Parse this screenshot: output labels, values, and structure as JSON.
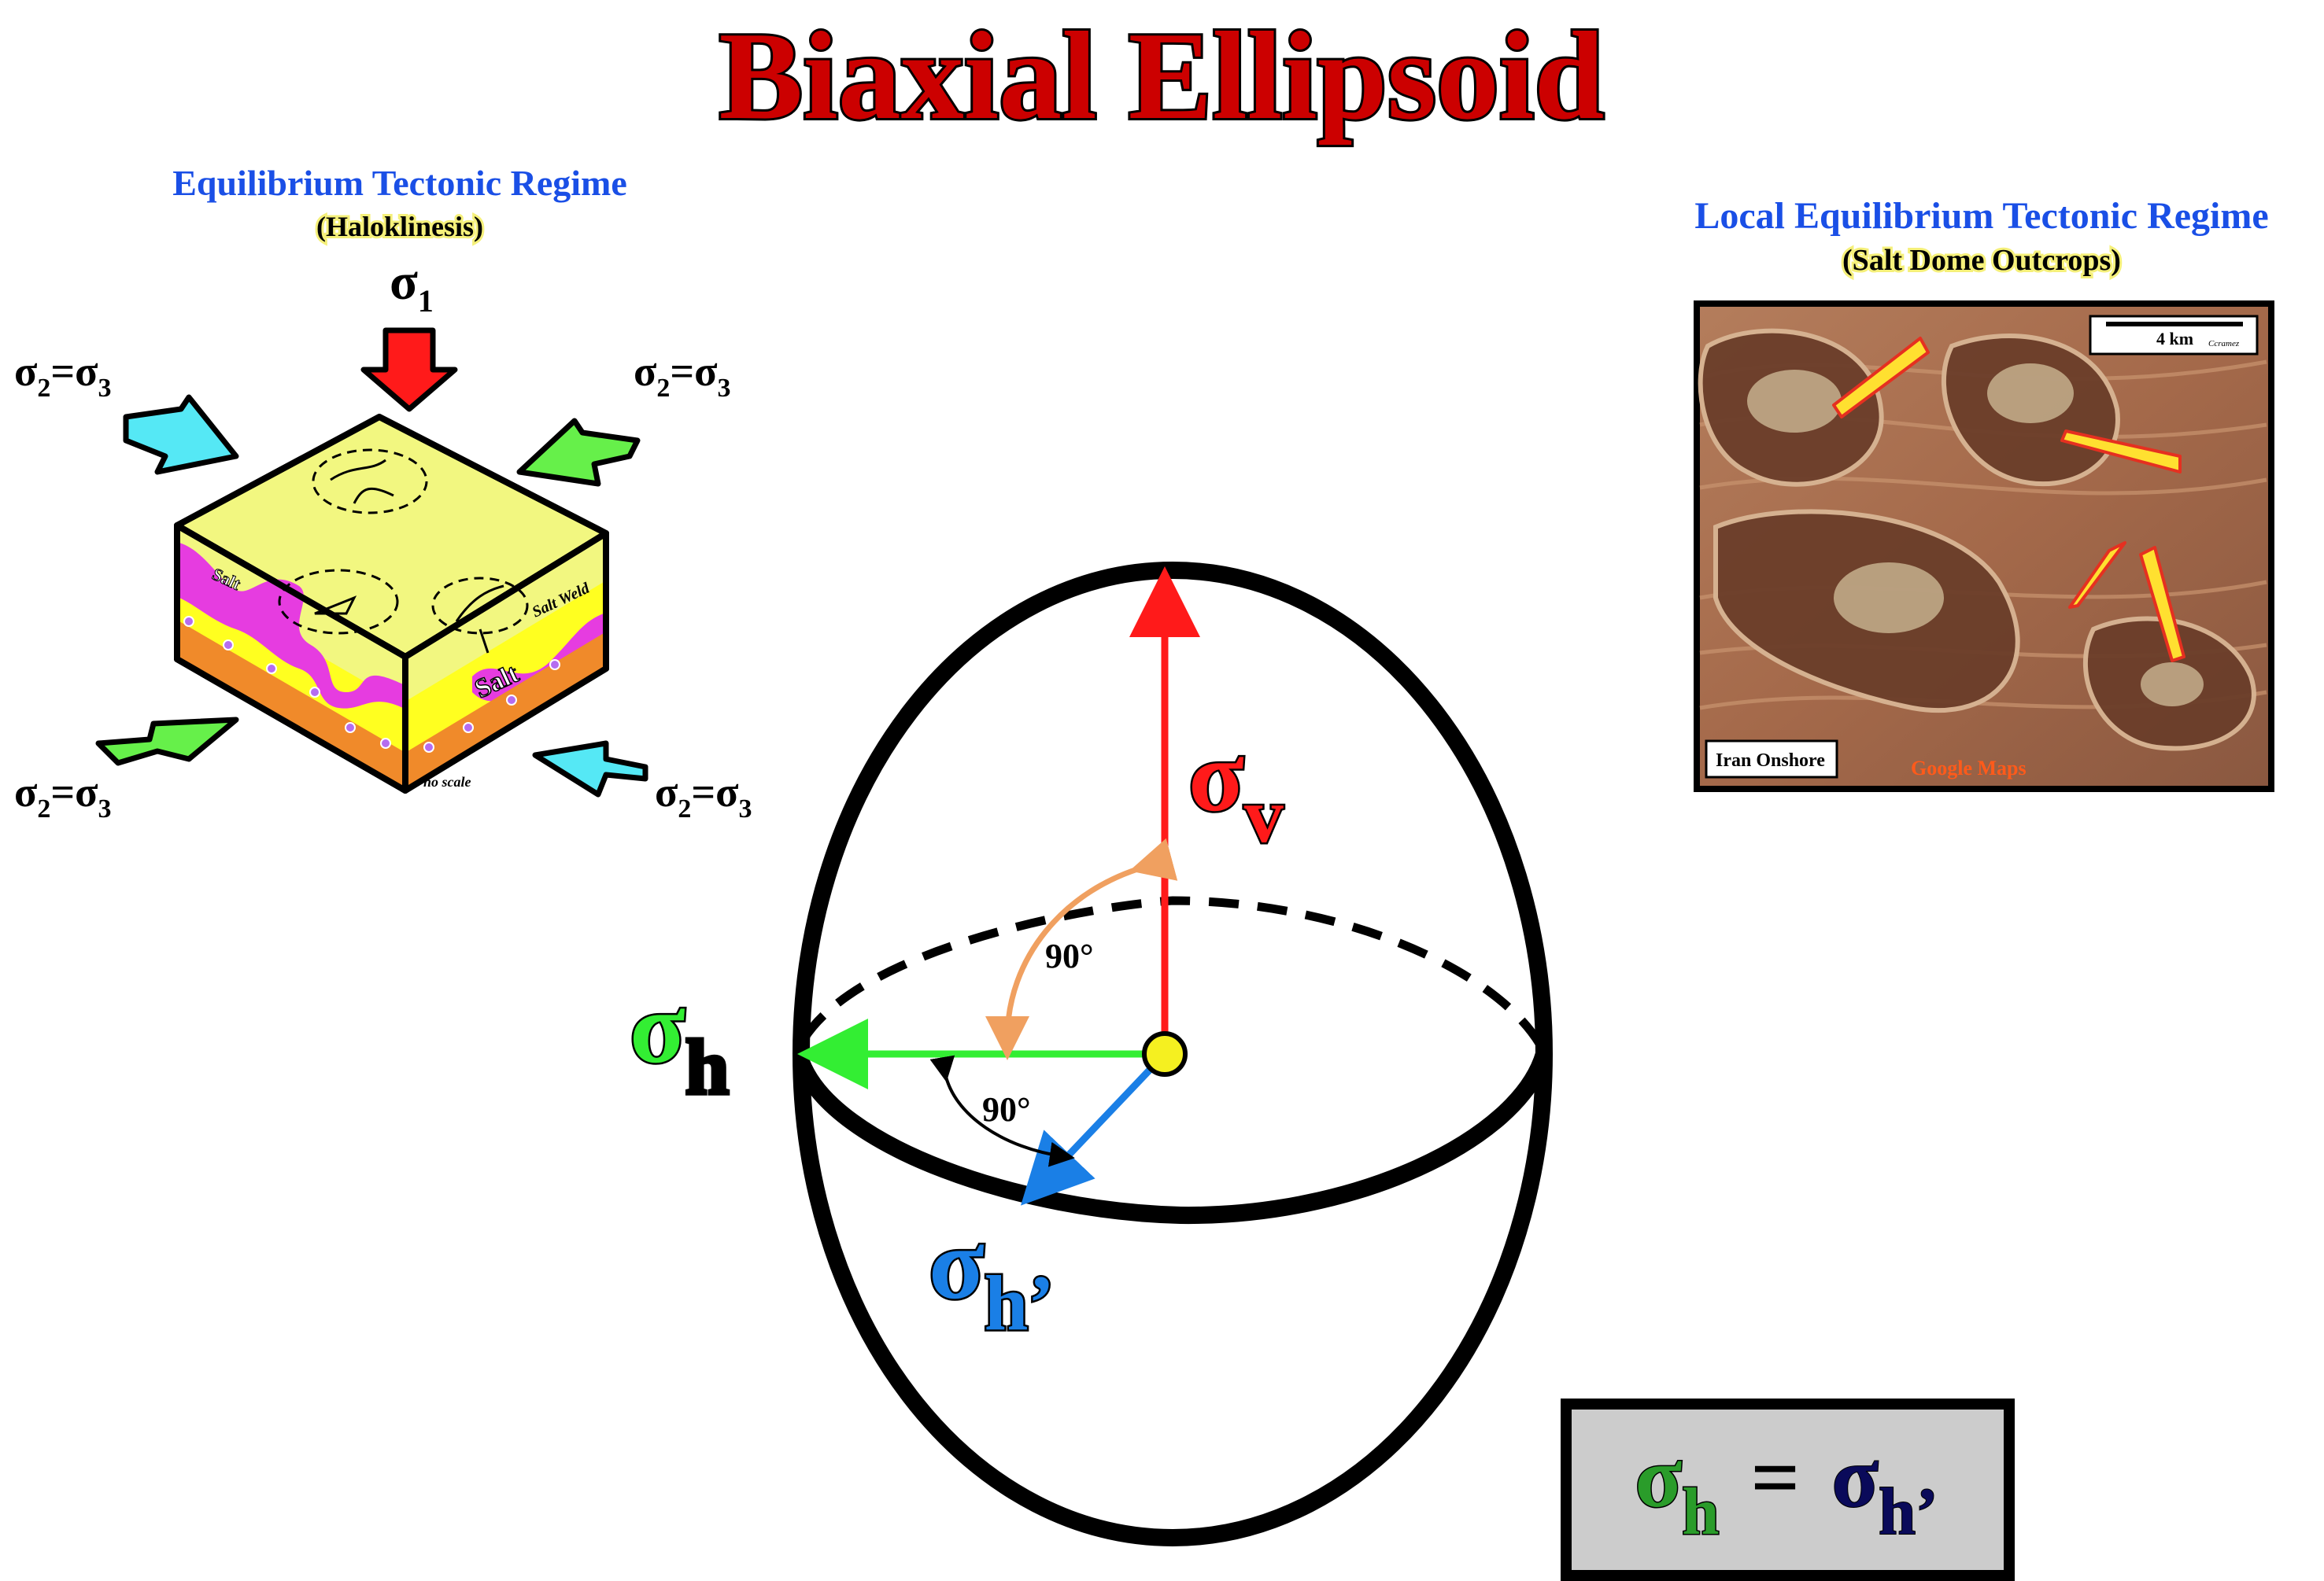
{
  "title": "Biaxial Ellipsoid",
  "left_panel": {
    "heading": "Equilibrium Tectonic Regime",
    "subheading": "(Haloklinesis)",
    "sigma1_symbol": "σ",
    "sigma1_sub": "1",
    "lateral_label": {
      "s": "σ",
      "sub2": "2",
      "eq": "=",
      "s3": "σ",
      "sub3": "3"
    },
    "salt_label_1": "Salt",
    "salt_label_2": "Salt",
    "weld_label": "Salt Weld",
    "scale_note": "no scale"
  },
  "right_panel": {
    "heading": "Local Equilibrium Tectonic Regime",
    "subheading": "(Salt Dome Outcrops)",
    "scale_bar": "4 km",
    "credit_small": "Ccramez",
    "location": "Iran Onshore",
    "map_source": "Google Maps"
  },
  "ellipsoid": {
    "sigma_v": {
      "symbol": "σ",
      "sub": "v"
    },
    "sigma_h": {
      "symbol": "σ",
      "sub": "h"
    },
    "sigma_h_prime": {
      "symbol": "σ",
      "sub": "h’"
    },
    "angle_upper": "90°",
    "angle_lower": "90°"
  },
  "equation_box": {
    "lhs_symbol": "σ",
    "lhs_sub": "h",
    "eq": "=",
    "rhs_symbol": "σ",
    "rhs_sub": "h’"
  },
  "colors": {
    "title_fill": "#cc0000",
    "heading_blue": "#1a4fe6",
    "sigma_v": "#ff1a1a",
    "sigma_h": "#33ee33",
    "sigma_h_prime": "#1a7fe6",
    "angle_arc": "#f0a060",
    "map_bg": "#a86c4a"
  }
}
